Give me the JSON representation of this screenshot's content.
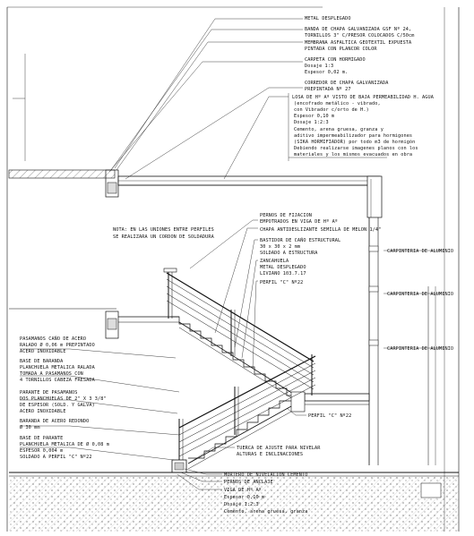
{
  "labels": {
    "top": [
      "METAL DESPLEGADO",
      "BANDA DE CHAPA GALVANIZADA GSF Nº 24,",
      "TORNILLOS 3\" C/PRESOR COLOCADOS C/50cm",
      "MEMBRANA ASFALTICA GEOTEXTIL EXPUESTA",
      "PINTADA CON PLANCOR COLOR",
      "CARPETA CON HORMIGADO",
      "Dosaje 1:3",
      "Espesor 0,02 m.",
      "CORREDOR DE CHAPA GALVANIZADA",
      "PREPINTADA Nº 27",
      "LOSA DE Hº Aº VISTO DE BAJA PERMEABILIDAD H. AGUA",
      "(encofrado metálico - vibrado,",
      "con Vibrador c/orto de H.)",
      "Espesor 0,10 m",
      "Dosaje 1:2:3",
      "Cemento, arena gruesa, granza y",
      "aditivo impermeabilizador para hormigones",
      "(SIKA HORMIFIADOR) por todo m3 de hormigón",
      "Debiendo realizarse imagenes planos con los",
      "materiales y los mismos evacuados en obra"
    ],
    "middle": [
      "PERNOS DE FIJACION",
      "EMPOTRADOS EN VIGA DE Hº Aº",
      "CHAPA ANTIDESLIZANTE SEMILLA DE MELON 1/4\"",
      "BASTIDOR DE CAÑO ESTRUCTURAL",
      "30 x 30 x 2 mm",
      "SOLDADO A ESTRUCTURA",
      "ZANCAHUELA",
      "METAL DESPLEGADO",
      "LIVIANO 103.7.17",
      "PERFIL \"C\" Nº22"
    ],
    "note": [
      "NOTA: EN LAS UNIONES ENTRE PERFILES",
      "SE REALIZARA UN CORDON DE SOLDADURA"
    ],
    "left": [
      "PASAMANOS CAÑO DE ACERO",
      "RALADO Ø 0,06 m PREPINTADO",
      "ACERO INOXIDABLE",
      "BASE DE BARANDA",
      "PLANCHUELA METALICA RALADA",
      "TOMADA A PASAMANOS CON",
      "4 TORNILLOS CABEZA FRESADA",
      "PARANTE DE PASAMANOS",
      "DOS PLANCHUELAS DE 2\" X 3 3/8\"",
      "DE ESPESOR (SOLD. Y GALVA)",
      "ACERO INOXIDABLE",
      "BARANDA DE ACERO REDONDO",
      "Ø 30 mm",
      "BASE DE PARANTE",
      "PLANCHUELA METALICA DE Ø 0,08 m",
      "ESPESOR 0,004 m",
      "SOLDADO A PERFIL \"C\" Nº22"
    ],
    "right": [
      "CARPINTERIA DE ALUMINIO",
      "CARPINTERIA DE ALUMINIO",
      "CARPINTERIA DE ALUMINIO"
    ],
    "lower": [
      "PERFIL \"C\" Nº22",
      "TUERCA DE AJUSTE PARA NIVELAR",
      "ALTURAS E INCLINACIONES"
    ],
    "bottom": [
      "MORTERO DE NIVELACION CEMENTO",
      "PERNOS DE ANCLAJE",
      "VIGA DE Hº Aº",
      "Espesor 0,10 m",
      "Dosaje 1:2:3",
      "Cemento, arena gruesa, granza"
    ]
  },
  "colors": {
    "ink": "#111111",
    "background": "#ffffff",
    "hatch": "#666666"
  }
}
